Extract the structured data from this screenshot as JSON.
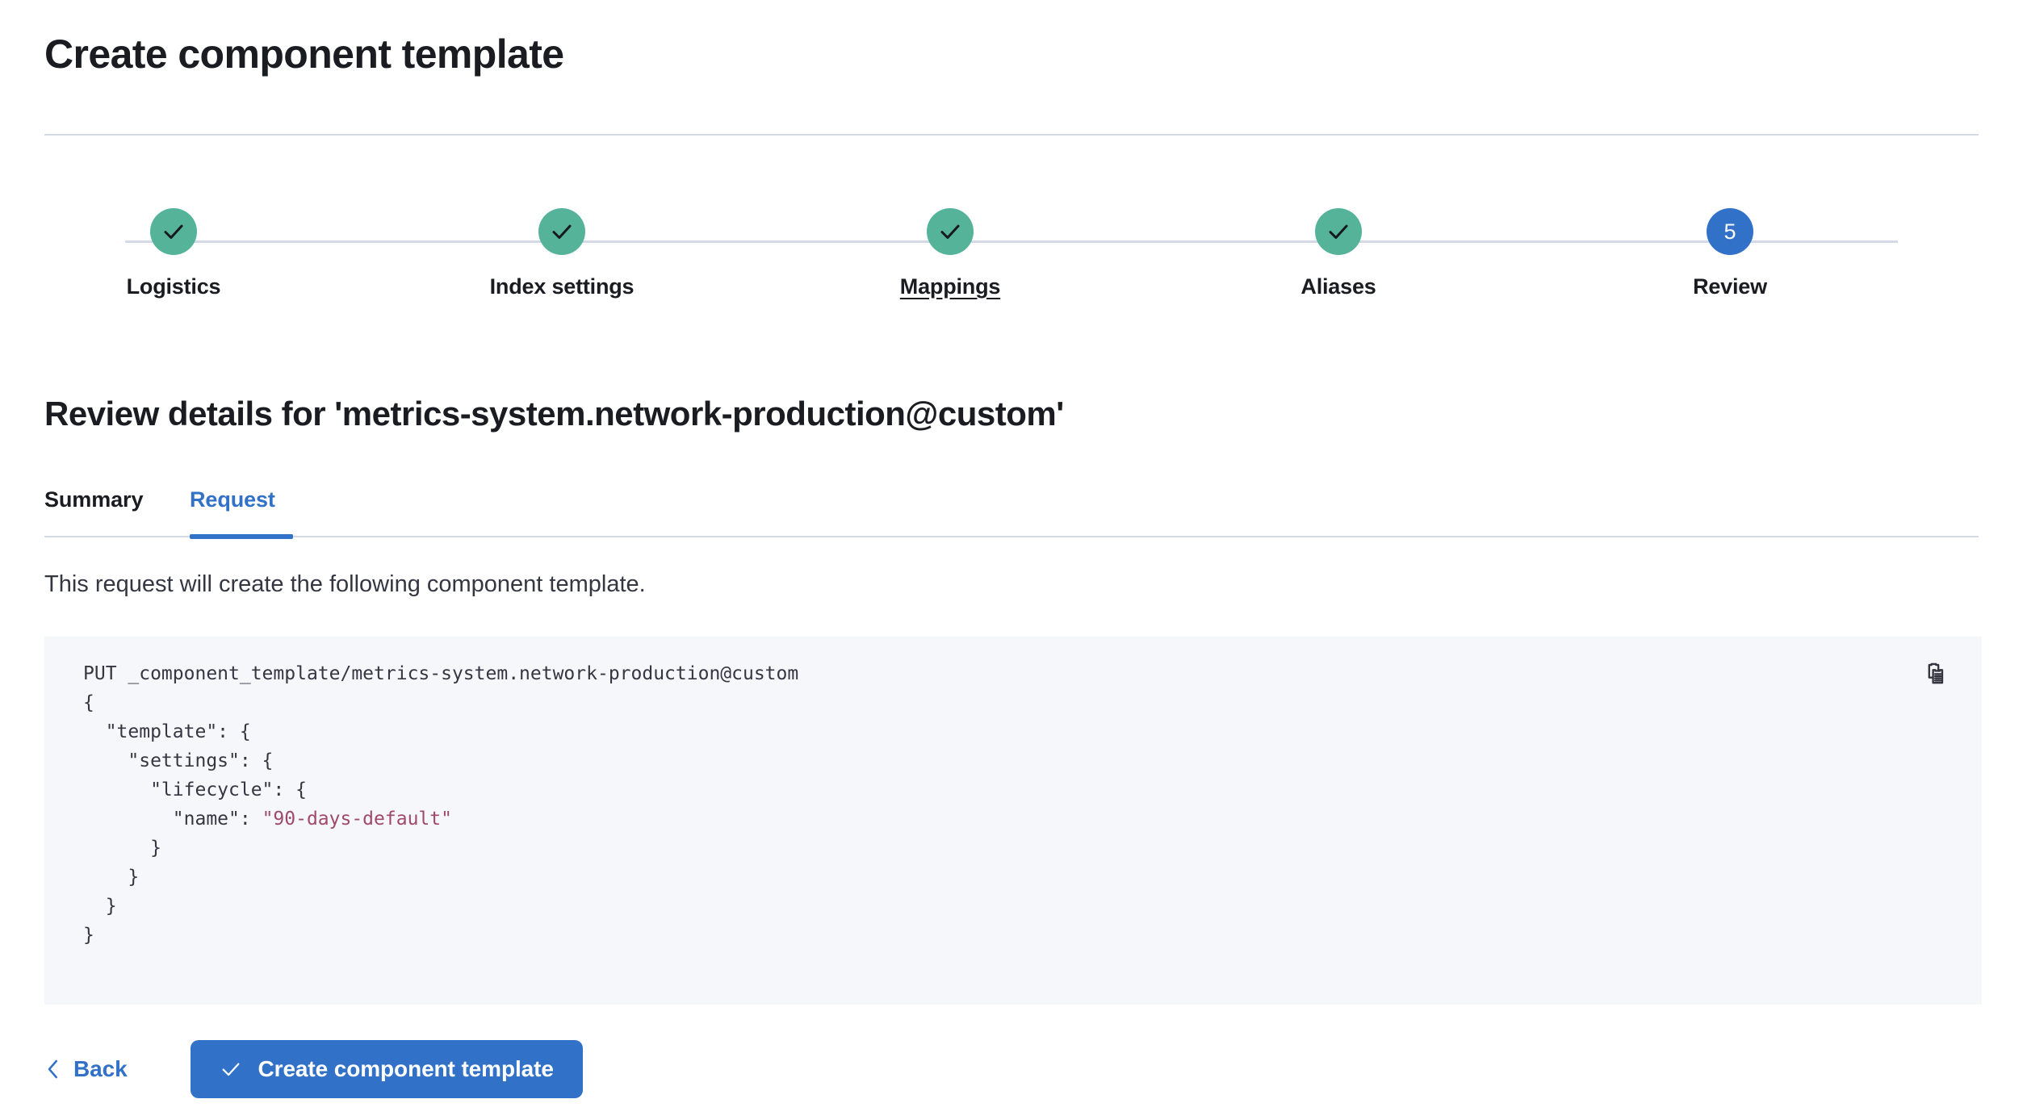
{
  "header": {
    "title": "Create component template"
  },
  "stepper": {
    "steps": [
      {
        "label": "Logistics",
        "state": "complete",
        "indicator": "check-icon",
        "number": "1",
        "underlined": false
      },
      {
        "label": "Index settings",
        "state": "complete",
        "indicator": "check-icon",
        "number": "2",
        "underlined": false
      },
      {
        "label": "Mappings",
        "state": "complete",
        "indicator": "check-icon",
        "number": "3",
        "underlined": true
      },
      {
        "label": "Aliases",
        "state": "complete",
        "indicator": "check-icon",
        "number": "4",
        "underlined": false
      },
      {
        "label": "Review",
        "state": "current",
        "indicator": "number",
        "number": "5",
        "underlined": false
      }
    ]
  },
  "review": {
    "heading": "Review details for 'metrics-system.network-production@custom'",
    "tabs": [
      {
        "label": "Summary",
        "active": false
      },
      {
        "label": "Request",
        "active": true
      }
    ],
    "description": "This request will create the following component template."
  },
  "code": {
    "copy_icon": "copy-icon",
    "method": "PUT",
    "path": "_component_template/metrics-system.network-production@custom",
    "request_line": "PUT _component_template/metrics-system.network-production@custom",
    "body_lines": [
      "{",
      "  \"template\": {",
      "    \"settings\": {",
      "      \"lifecycle\": {",
      "        \"name\": ",
      "      }",
      "    }",
      "  }",
      "}"
    ],
    "string_value": "\"90-days-default\"",
    "json": {
      "template": {
        "settings": {
          "lifecycle": {
            "name": "90-days-default"
          }
        }
      }
    }
  },
  "footer": {
    "back_label": "Back",
    "back_icon": "chevron-left-icon",
    "create_label": "Create component template",
    "create_icon": "check-icon"
  },
  "colors": {
    "complete_step": "#54B399",
    "current_step": "#3271C8",
    "accent": "#3271C8",
    "code_bg": "#F5F7FA",
    "code_string": "#A0496A",
    "divider": "#D3DAE6"
  }
}
